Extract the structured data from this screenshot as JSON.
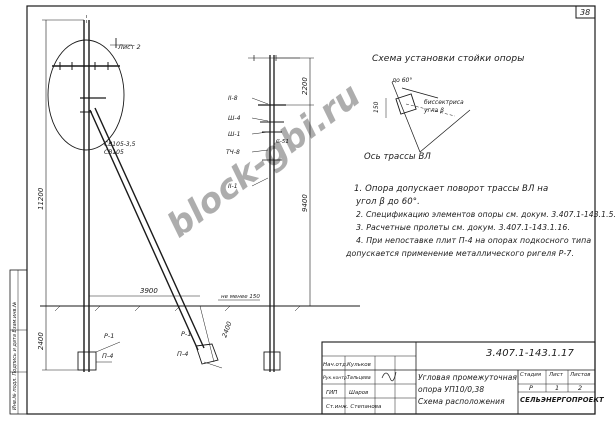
{
  "sheet": {
    "sheet_number": "38",
    "sheet_ref": "Лист 2"
  },
  "left_pole": {
    "brace_label_1": "СВ105-3,5",
    "brace_label_2": "СВ105",
    "height_total": "11200",
    "height_bottom": "2400",
    "span": "3900",
    "label_r1_left": "Р-1",
    "label_p4_left": "П-4",
    "label_r1_right": "Р-1",
    "label_p4_right": "П-4",
    "brace_depth": "2400",
    "min_label": "не менее 150"
  },
  "right_pole": {
    "labels": [
      "II-8",
      "Ш-4",
      "Ш-1",
      "ТЧ-8",
      "II-1"
    ],
    "label_c51": "С-51",
    "dim_top": "2200",
    "dim_main": "9400"
  },
  "install_scheme": {
    "title": "Схема установки стойки опоры",
    "angle_top": "до 60°",
    "dim_side": "150",
    "label_bisector": "биссектриса",
    "label_angle": "угла β",
    "axis_label": "Ось трассы ВЛ"
  },
  "notes": {
    "line1a": "1. Опора допускает поворот трассы ВЛ на",
    "line1b": "угол β до 60°.",
    "line2": "2. Спецификацию элементов опоры см. докум. 3.407.1-143.1.5.",
    "line3": "3. Расчетные пролеты см. докум. 3.407.1-143.1.16.",
    "line4": "4. При непоставке плит П-4 на опорах подкосного типа",
    "line5": "допускается применение металлического ригеля Р-7."
  },
  "title_block": {
    "code": "3.407.1-143.1.17",
    "title_line1": "Угловая промежуточная",
    "title_line2": "опора УП10/0,38",
    "title_line3": "Схема расположения",
    "col_stage": "Стадия",
    "col_sheet": "Лист",
    "col_sheets": "Листов",
    "val_stage": "Р",
    "val_sheet": "1",
    "val_sheets": "2",
    "org": "СЕЛЬЭНЕРГОПРОЕКТ",
    "row1_role": "Нач.отд.",
    "row1_name": "Кульков",
    "row2_role": "Рук.контр.",
    "row2_name": "Тальцева",
    "row3_role": "ГИП",
    "row3_name": "Шаров",
    "footer": "Ст.инж. Степанова"
  },
  "side_stamp": "Инв.№ подл.  Подпись и дата  Взам.инв.№",
  "watermark": "block-gbi.ru"
}
